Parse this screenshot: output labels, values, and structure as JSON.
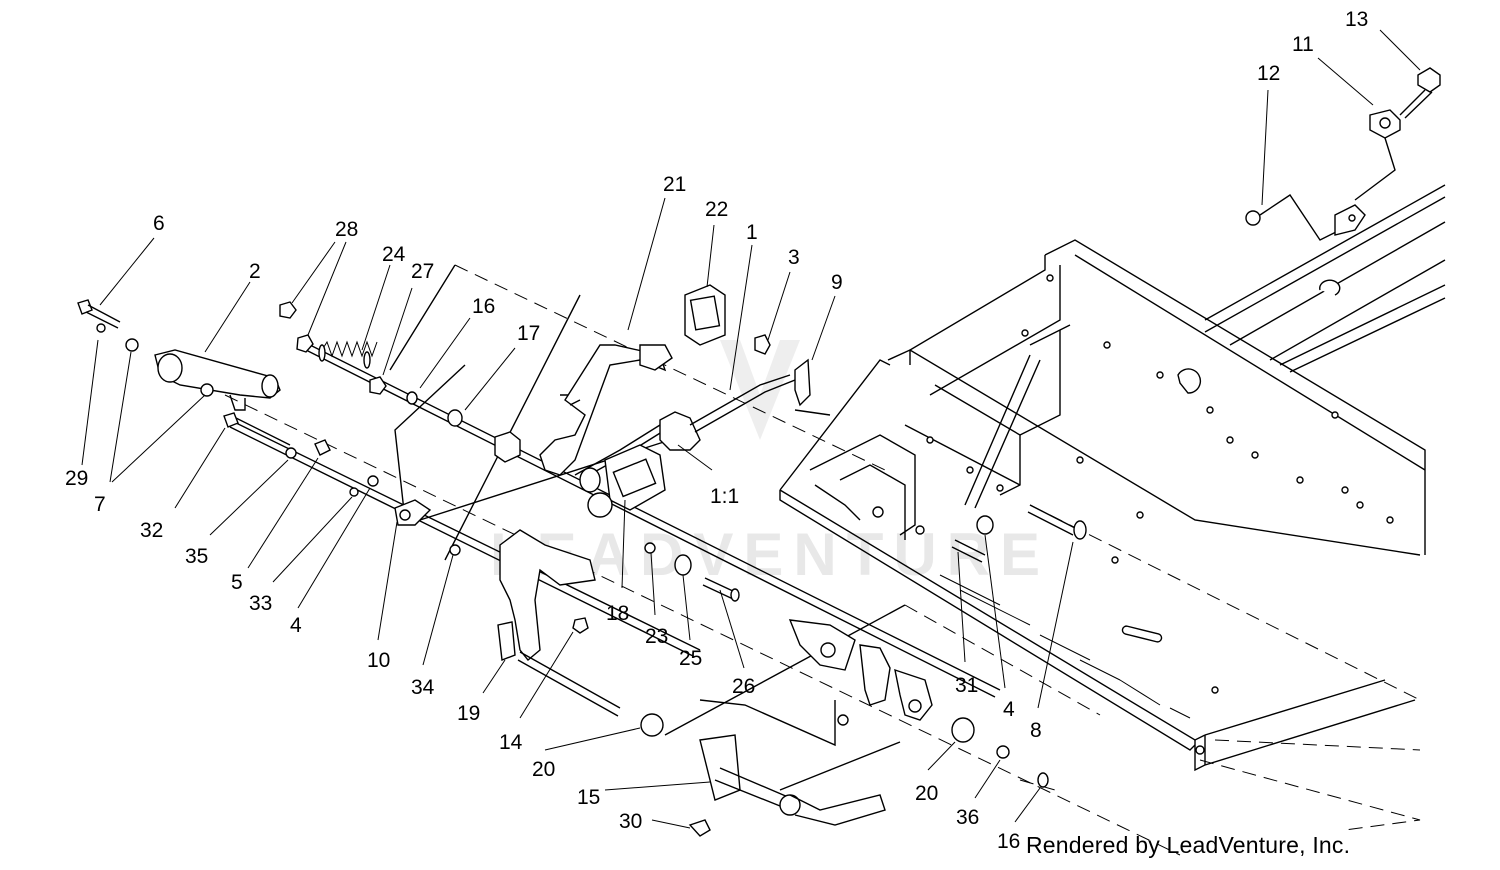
{
  "watermark": "LEADVENTURE",
  "credit": "Rendered by LeadVenture, Inc.",
  "callouts": [
    {
      "id": "c13",
      "label": "13"
    },
    {
      "id": "c11",
      "label": "11"
    },
    {
      "id": "c12",
      "label": "12"
    },
    {
      "id": "c21",
      "label": "21"
    },
    {
      "id": "c22",
      "label": "22"
    },
    {
      "id": "c1",
      "label": "1"
    },
    {
      "id": "c3",
      "label": "3"
    },
    {
      "id": "c9",
      "label": "9"
    },
    {
      "id": "c6",
      "label": "6"
    },
    {
      "id": "c2",
      "label": "2"
    },
    {
      "id": "c28",
      "label": "28"
    },
    {
      "id": "c24",
      "label": "24"
    },
    {
      "id": "c27",
      "label": "27"
    },
    {
      "id": "c16a",
      "label": "16"
    },
    {
      "id": "c17",
      "label": "17"
    },
    {
      "id": "c29",
      "label": "29"
    },
    {
      "id": "c7",
      "label": "7"
    },
    {
      "id": "c32",
      "label": "32"
    },
    {
      "id": "c35",
      "label": "35"
    },
    {
      "id": "c5",
      "label": "5"
    },
    {
      "id": "c33",
      "label": "33"
    },
    {
      "id": "c4a",
      "label": "4"
    },
    {
      "id": "c10",
      "label": "10"
    },
    {
      "id": "c34",
      "label": "34"
    },
    {
      "id": "c19",
      "label": "19"
    },
    {
      "id": "c14",
      "label": "14"
    },
    {
      "id": "c20a",
      "label": "20"
    },
    {
      "id": "c15",
      "label": "15"
    },
    {
      "id": "c30",
      "label": "30"
    },
    {
      "id": "c18",
      "label": "18"
    },
    {
      "id": "c23",
      "label": "23"
    },
    {
      "id": "c25",
      "label": "25"
    },
    {
      "id": "c26",
      "label": "26"
    },
    {
      "id": "c11ratio",
      "label": "1:1"
    },
    {
      "id": "c31",
      "label": "31"
    },
    {
      "id": "c4b",
      "label": "4"
    },
    {
      "id": "c8",
      "label": "8"
    },
    {
      "id": "c20b",
      "label": "20"
    },
    {
      "id": "c36",
      "label": "36"
    },
    {
      "id": "c16b",
      "label": "16"
    }
  ]
}
